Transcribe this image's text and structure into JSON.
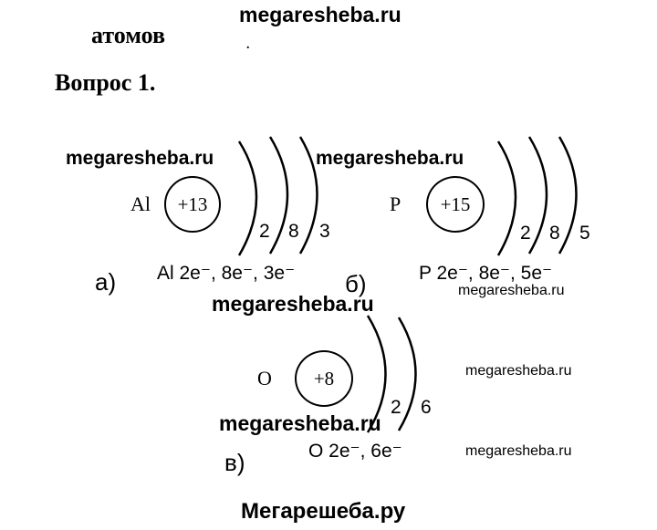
{
  "watermarks": {
    "top": "megaresheba.ru",
    "mid_left": "megaresheba.ru",
    "mid_center": "megaresheba.ru",
    "lower_left": "megaresheba.ru",
    "center_o": "megaresheba.ru",
    "small_right_1": "megaresheba.ru",
    "small_right_2": "megaresheba.ru",
    "small_right_3": "megaresheba.ru",
    "footer": "Мегарешеба.ру"
  },
  "header": {
    "title_fragment": "атомов",
    "question": "Вопрос 1."
  },
  "atoms": [
    {
      "symbol": "Al",
      "charge": "+13",
      "shells": [
        "2",
        "8",
        "3"
      ],
      "label": "а)",
      "config": "Al 2e⁻, 8e⁻, 3e⁻"
    },
    {
      "symbol": "P",
      "charge": "+15",
      "shells": [
        "2",
        "8",
        "5"
      ],
      "label": "б)",
      "config": "P 2e⁻, 8e⁻, 5e⁻"
    },
    {
      "symbol": "O",
      "charge": "+8",
      "shells": [
        "2",
        "6"
      ],
      "label": "в)",
      "config": "O 2e⁻, 6e⁻"
    }
  ]
}
